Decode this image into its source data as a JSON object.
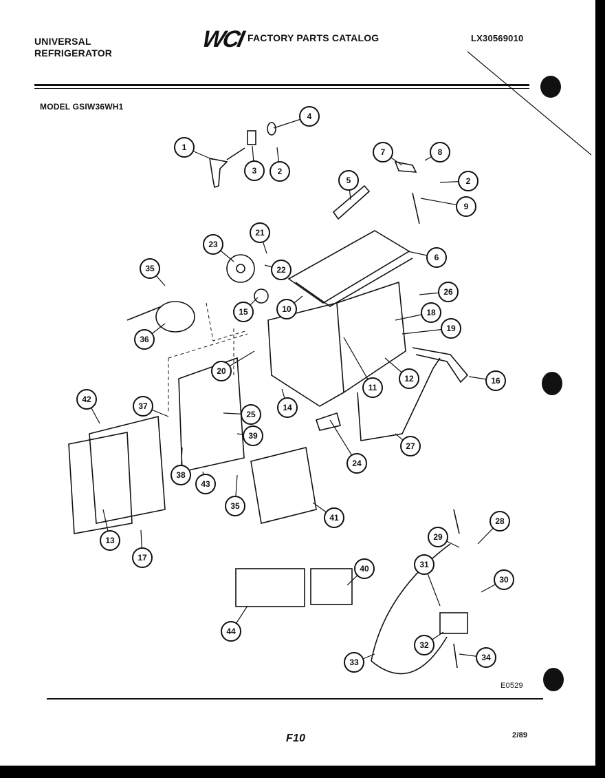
{
  "header": {
    "brand_line1": "UNIVERSAL",
    "brand_line2": "REFRIGERATOR",
    "logo": "WCI",
    "catalog_title": "FACTORY PARTS CATALOG",
    "catalog_number": "LX30569010"
  },
  "model_label": "MODEL GSIW36WH1",
  "diagram_code": "E0529",
  "footer": {
    "page": "F10",
    "date": "2/89"
  },
  "callouts": [
    "1",
    "2",
    "3",
    "4",
    "5",
    "6",
    "7",
    "8",
    "2",
    "9",
    "10",
    "11",
    "12",
    "13",
    "14",
    "15",
    "16",
    "17",
    "18",
    "19",
    "20",
    "21",
    "22",
    "23",
    "24",
    "25",
    "26",
    "27",
    "28",
    "29",
    "30",
    "31",
    "32",
    "33",
    "34",
    "35",
    "35",
    "36",
    "37",
    "38",
    "39",
    "40",
    "41",
    "42",
    "43",
    "44"
  ],
  "colors": {
    "ink": "#111111",
    "paper": "#ffffff",
    "border": "#000000"
  }
}
